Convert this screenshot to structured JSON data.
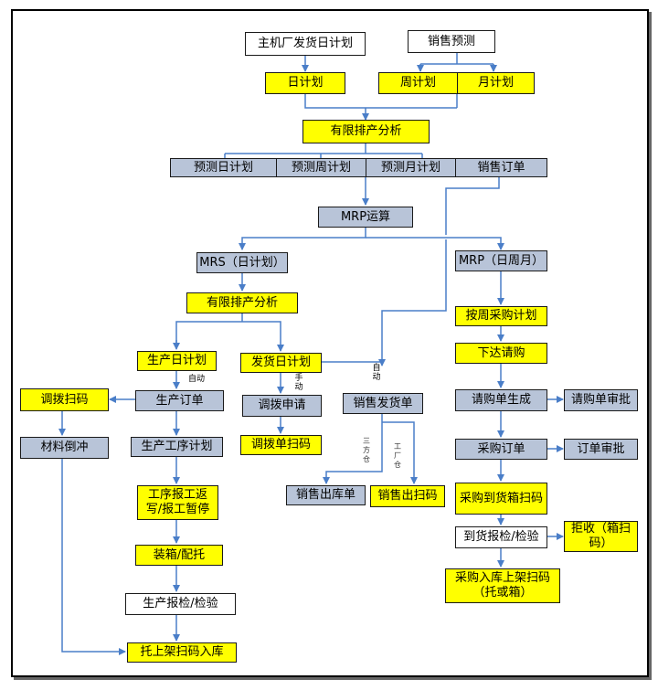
{
  "nodes": {
    "factory_plan": "主机厂发货日计划",
    "sales_forecast": "销售预测",
    "day_plan": "日计划",
    "week_plan": "周计划",
    "month_plan": "月计划",
    "finite_sched_1": "有限排产分析",
    "forecast_day": "预测日计划",
    "forecast_week": "预测周计划",
    "forecast_month": "预测月计划",
    "sales_order": "销售订单",
    "mrp_run": "MRP运算",
    "mrs": "MRS（日计划）",
    "mrp": "MRP（日周月）",
    "finite_sched_2": "有限排产分析",
    "weekly_purchase": "按周采购计划",
    "production_plan": "生产日计划",
    "shipping_plan": "发货日计划",
    "issue_requisition": "下达请购",
    "transfer_scan": "调拨扫码",
    "production_order": "生产订单",
    "transfer_request": "调拨申请",
    "sales_delivery": "销售发货单",
    "requisition_create": "请购单生成",
    "requisition_approve": "请购单审批",
    "material_backflush": "材料倒冲",
    "process_plan": "生产工序计划",
    "transfer_scan_doc": "调拨单扫码",
    "purchase_order": "采购订单",
    "order_approve": "订单审批",
    "report_work": "工序报工返写/报工暂停",
    "sales_outbound": "销售出库单",
    "sales_out_scan": "销售出扫码",
    "purchase_arrival_scan": "采购到货箱扫码",
    "arrival_inspect": "到货报检/检验",
    "reject": "拒收（箱扫码）",
    "boxing": "装箱/配托",
    "purchase_putaway": "采购入库上架扫码（托或箱）",
    "prod_inspect": "生产报检/检验",
    "putaway_scan": "托上架扫码入库"
  },
  "edge_labels": {
    "auto_1": "自动",
    "manual": "手动",
    "auto_2": "自动",
    "third_party": "三方仓",
    "factory_wh": "工厂仓"
  },
  "colors": {
    "yellow": "#ffff00",
    "blue": "#b8c4d8",
    "white": "#ffffff",
    "wire": "#4a7ec8"
  }
}
